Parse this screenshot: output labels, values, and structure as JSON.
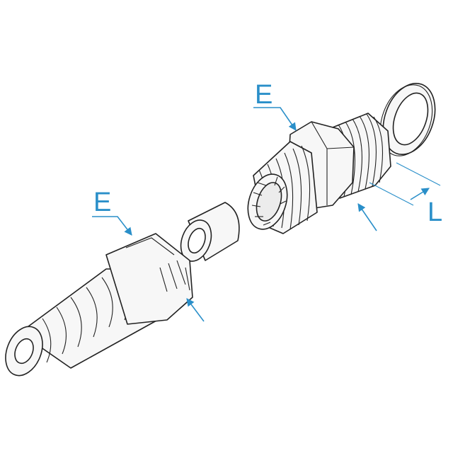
{
  "labels": {
    "e_top": "E",
    "e_bottom": "E",
    "l": "L"
  },
  "colors": {
    "annotation": "#2a8fc9",
    "outline": "#222222",
    "background": "#ffffff"
  }
}
